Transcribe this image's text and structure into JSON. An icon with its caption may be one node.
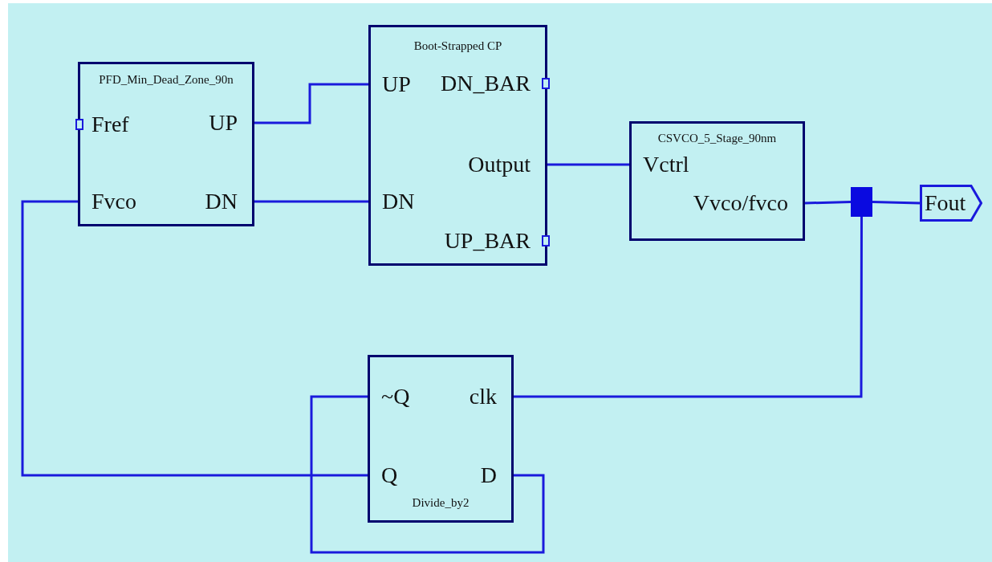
{
  "diagram": {
    "nodes": [
      {
        "text": [
          "PFD_Min_Dead_Zone_90n"
        ]
      },
      {
        "text": [
          "Fref"
        ],
        "in": 0
      },
      {
        "text": [
          "UP"
        ],
        "in": 0
      },
      {
        "text": [
          "Fvco"
        ],
        "in": 0
      },
      {
        "text": [
          "DN"
        ],
        "in": 0
      },
      {
        "text": [
          "Boot-Strapped CP"
        ]
      },
      {
        "text": [
          "UP"
        ],
        "in": 5
      },
      {
        "text": [
          "DN_BAR"
        ],
        "in": 5
      },
      {
        "text": [
          "Output"
        ],
        "in": 5
      },
      {
        "text": [
          "DN"
        ],
        "in": 5
      },
      {
        "text": [
          "UP_BAR"
        ],
        "in": 5
      },
      {
        "text": [
          "CSVCO_5_Stage_90nm"
        ]
      },
      {
        "text": [
          "Vctrl"
        ],
        "in": 11
      },
      {
        "text": [
          "Vvco/fvco"
        ],
        "in": 11
      },
      {
        "text": [],
        "shape": "box"
      },
      {
        "text": [
          "Fout"
        ]
      },
      {
        "text": [
          "Divide_by2"
        ]
      },
      {
        "text": [
          "~Q"
        ],
        "in": 16
      },
      {
        "text": [
          "clk"
        ],
        "in": 16
      },
      {
        "text": [
          "Q"
        ],
        "in": 16
      },
      {
        "text": [
          "D"
        ],
        "in": 16
      }
    ],
    "edges": [
      {
        "from": 2,
        "to": 6,
        "arrow": "none"
      },
      {
        "from": 4,
        "to": 9,
        "arrow": "none"
      },
      {
        "from": 8,
        "to": 12,
        "arrow": "none"
      },
      {
        "from": 13,
        "to": 14,
        "arrow": "none"
      },
      {
        "from": 14,
        "to": 15,
        "arrow": "none"
      },
      {
        "from": 14,
        "to": 18,
        "arrow": "none"
      },
      {
        "from": 19,
        "to": 3,
        "arrow": "none"
      },
      {
        "from": 20,
        "to": 17,
        "arrow": "none"
      }
    ]
  }
}
